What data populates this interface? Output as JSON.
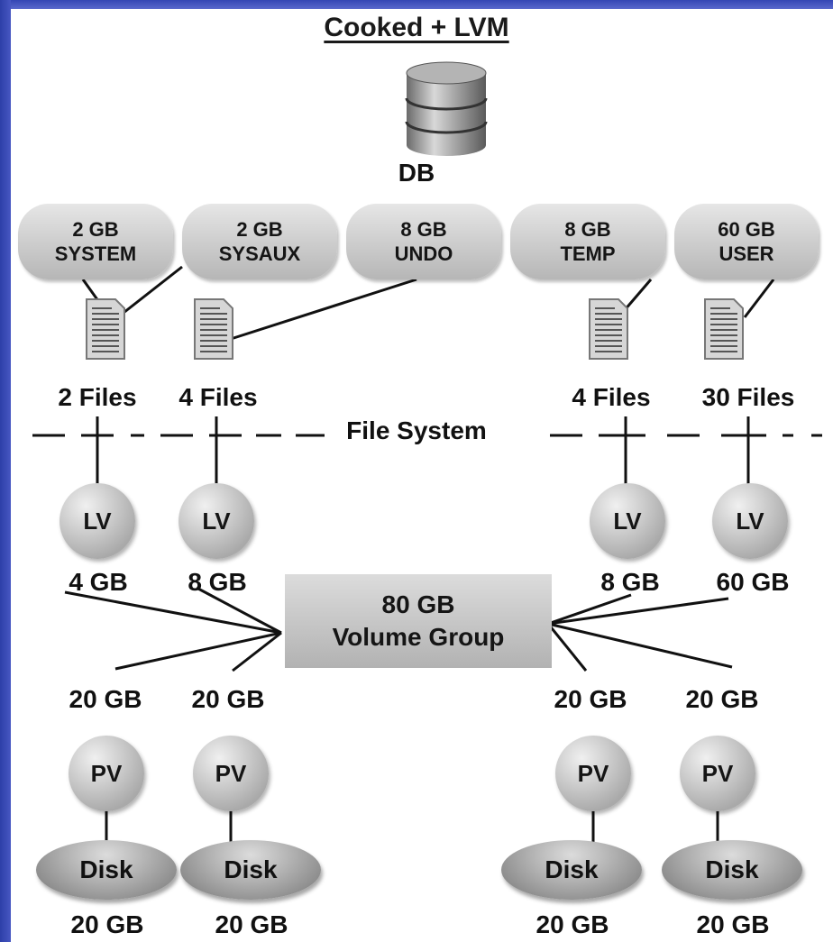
{
  "title": "Cooked + LVM",
  "db_label": "DB",
  "tablespaces": [
    {
      "size": "2 GB",
      "name": "SYSTEM"
    },
    {
      "size": "2 GB",
      "name": "SYSAUX"
    },
    {
      "size": "8 GB",
      "name": "UNDO"
    },
    {
      "size": "8 GB",
      "name": "TEMP"
    },
    {
      "size": "60 GB",
      "name": "USER"
    }
  ],
  "file_counts": [
    "2 Files",
    "4 Files",
    "4 Files",
    "30 Files"
  ],
  "file_system_label": "File System",
  "lv_label": "LV",
  "lv_sizes": [
    "4 GB",
    "8 GB",
    "8 GB",
    "60 GB"
  ],
  "volume_group": {
    "size": "80 GB",
    "label": "Volume Group"
  },
  "pv_sizes": [
    "20 GB",
    "20 GB",
    "20 GB",
    "20 GB"
  ],
  "pv_label": "PV",
  "disk_label": "Disk",
  "disk_sizes": [
    "20 GB",
    "20 GB",
    "20 GB",
    "20 GB"
  ]
}
